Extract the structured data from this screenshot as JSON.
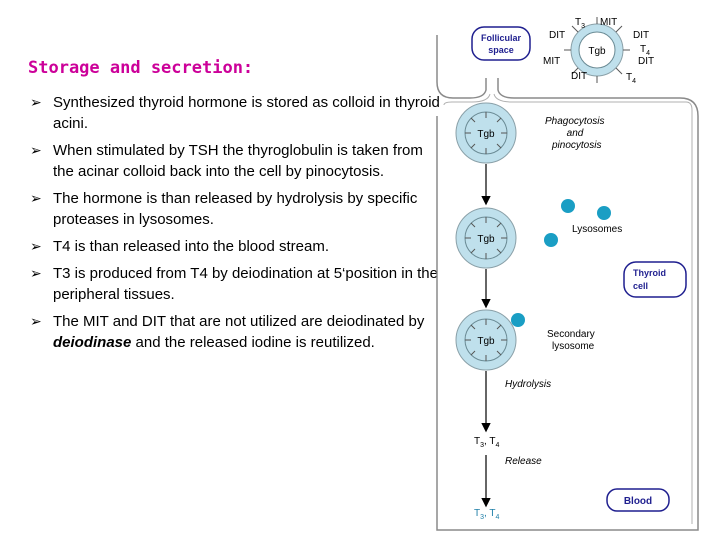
{
  "content": {
    "heading": "Storage and secretion:",
    "bullets": [
      {
        "text": "Synthesized thyroid hormone is stored as colloid in thyroid acini."
      },
      {
        "text": " When stimulated by TSH the thyroglobulin is taken from the acinar colloid back into the cell by pinocytosis."
      },
      {
        "text": " The hormone is than released by hydrolysis by specific proteases in lysosomes."
      },
      {
        "text": "T4 is than released into the blood stream."
      },
      {
        "text": "T3 is produced from T4 by deiodination at 5‘position in the peripheral tissues."
      },
      {
        "pre": "The MIT and DIT that are not utilized are deiodinated by ",
        "em": "deiodinase",
        "post": " and the released iodine is reutilized."
      }
    ]
  },
  "diagram": {
    "follicular_space": [
      "Follicular",
      "space"
    ],
    "tgb_label": "Tgb",
    "tgb_labels_top": {
      "t3": "T",
      "t3_sub": "3",
      "mit_a": "MIT",
      "dit_a": "DIT",
      "dit_b": "DIT",
      "t4a": "T",
      "t4a_sub": "4",
      "mit_b": "MIT",
      "dit_c": "DIT",
      "dit_d": "DIT",
      "t4b": "T",
      "t4b_sub": "4"
    },
    "phago": [
      "Phagocytosis",
      "and",
      "pinocytosis"
    ],
    "lysosomes": "Lysosomes",
    "thyroid_cell": [
      "Thyroid",
      "cell"
    ],
    "secondary": [
      "Secondary",
      "lysosome"
    ],
    "hydrolysis": "Hydrolysis",
    "t3t4_a": {
      "t": "T",
      "s3": "3",
      "comma": ", T",
      "s4": "4"
    },
    "release": "Release",
    "blood": "Blood",
    "t3t4_b": {
      "t": "T",
      "s3": "3",
      "comma": ", T",
      "s4": "4"
    },
    "colors": {
      "border": "#1f1f8f",
      "circle": "#bfe0ec",
      "lyso": "#1a9ec4",
      "flask": "#8a8a8a",
      "heading": "#cc0099"
    }
  }
}
